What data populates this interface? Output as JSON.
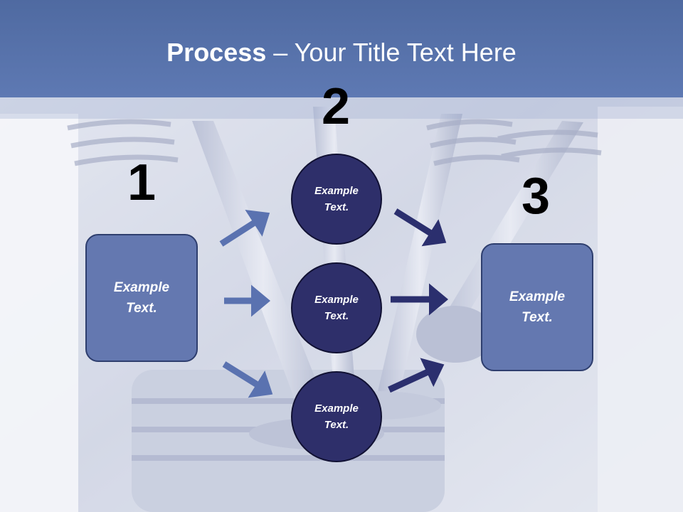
{
  "title": {
    "bold": "Process",
    "rest": " – Your Title Text Here"
  },
  "steps": [
    {
      "number": "1",
      "text": "Example Text."
    },
    {
      "number": "2",
      "items": [
        "Example Text.",
        "Example Text.",
        "Example Text."
      ]
    },
    {
      "number": "3",
      "text": "Example Text."
    }
  ],
  "colors": {
    "title_bar": "#5a74ad",
    "box_fill": "#6478b0",
    "circle_fill": "#2e2f6a",
    "arrow_light": "#5a72b0",
    "arrow_dark": "#2b2f6e"
  }
}
